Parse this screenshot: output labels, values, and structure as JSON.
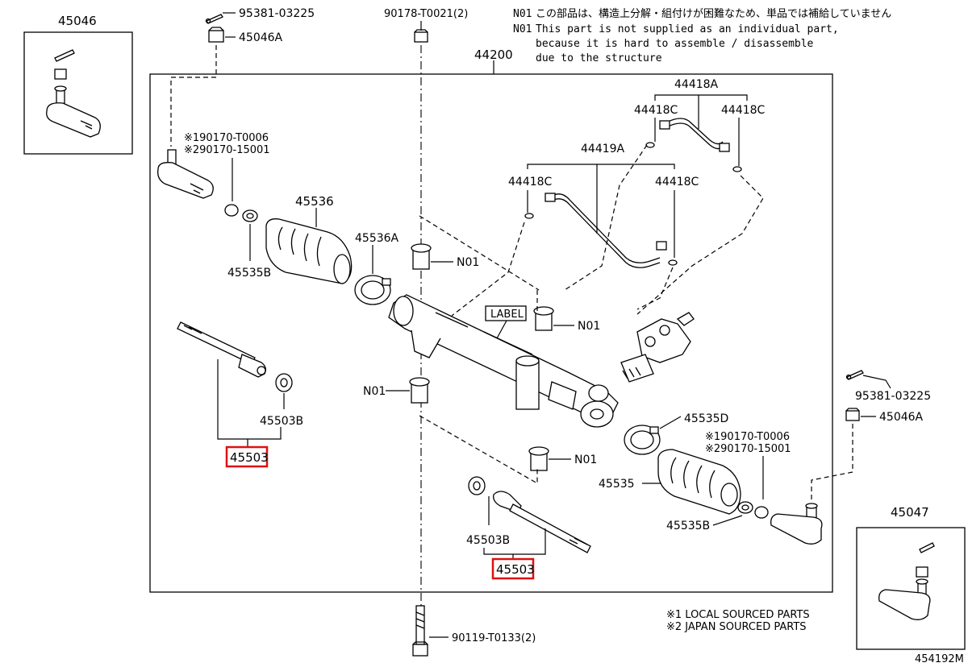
{
  "notes": {
    "n01_marker": "N01",
    "n01_jp": "この部品は、構造上分解・組付けが困難なため、単品では補給していません",
    "n01_en_1": "This part is not supplied as an individual part,",
    "n01_en_2": "because it is hard to assemble / disassemble",
    "n01_en_3": "due to the structure",
    "sourced_1": "※1 LOCAL SOURCED PARTS",
    "sourced_2": "※2 JAPAN SOURCED PARTS"
  },
  "diagram_id": "454192M",
  "labels": {
    "p44200": "44200",
    "p45046": "45046",
    "p45047": "45047",
    "p95381_top": "95381-03225",
    "p45046a_top": "45046A",
    "p90178": "90178-T0021(2)",
    "p190170_l": "※190170-T0006",
    "p290170_l": "※290170-15001",
    "p45536": "45536",
    "p45536a": "45536A",
    "p45535b_l": "45535B",
    "p45503b_l": "45503B",
    "p45503_l": "45503",
    "p44418a": "44418A",
    "p44418c_1": "44418C",
    "p44418c_2": "44418C",
    "p44418c_3": "44418C",
    "p44418c_4": "44418C",
    "p44419a": "44419A",
    "n01_a": "N01",
    "n01_b": "N01",
    "n01_c": "N01",
    "n01_d": "N01",
    "label_tag": "LABEL",
    "p95381_r": "95381-03225",
    "p45046a_r": "45046A",
    "p45535d": "45535D",
    "p190170_r": "※190170-T0006",
    "p290170_r": "※290170-15001",
    "p45535": "45535",
    "p45535b_r": "45535B",
    "p45503b_r": "45503B",
    "p45503_r": "45503",
    "p90119": "90119-T0133(2)"
  },
  "highlight_color": "#e01010"
}
